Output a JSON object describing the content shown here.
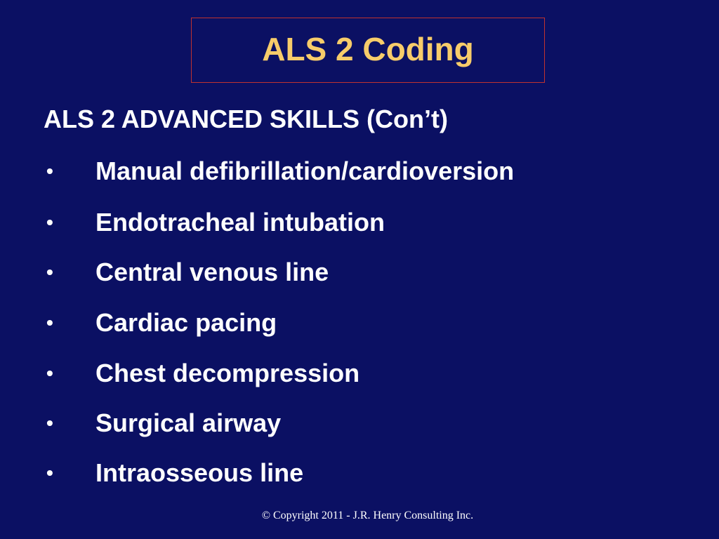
{
  "slide": {
    "title": "ALS 2 Coding",
    "heading": "ALS 2 ADVANCED SKILLS (Con’t)",
    "bullet_glyph": "•",
    "bullets": [
      "Manual defibrillation/cardioversion",
      "Endotracheal intubation",
      "Central venous line",
      "Cardiac pacing",
      "Chest decompression",
      "Surgical airway",
      "Intraosseous line"
    ],
    "footer": "© Copyright 2011 - J.R. Henry Consulting Inc."
  },
  "colors": {
    "background": "#0b1063",
    "title_text": "#f7cc6a",
    "title_border": "#c0322f",
    "body_text": "#ffffff"
  }
}
